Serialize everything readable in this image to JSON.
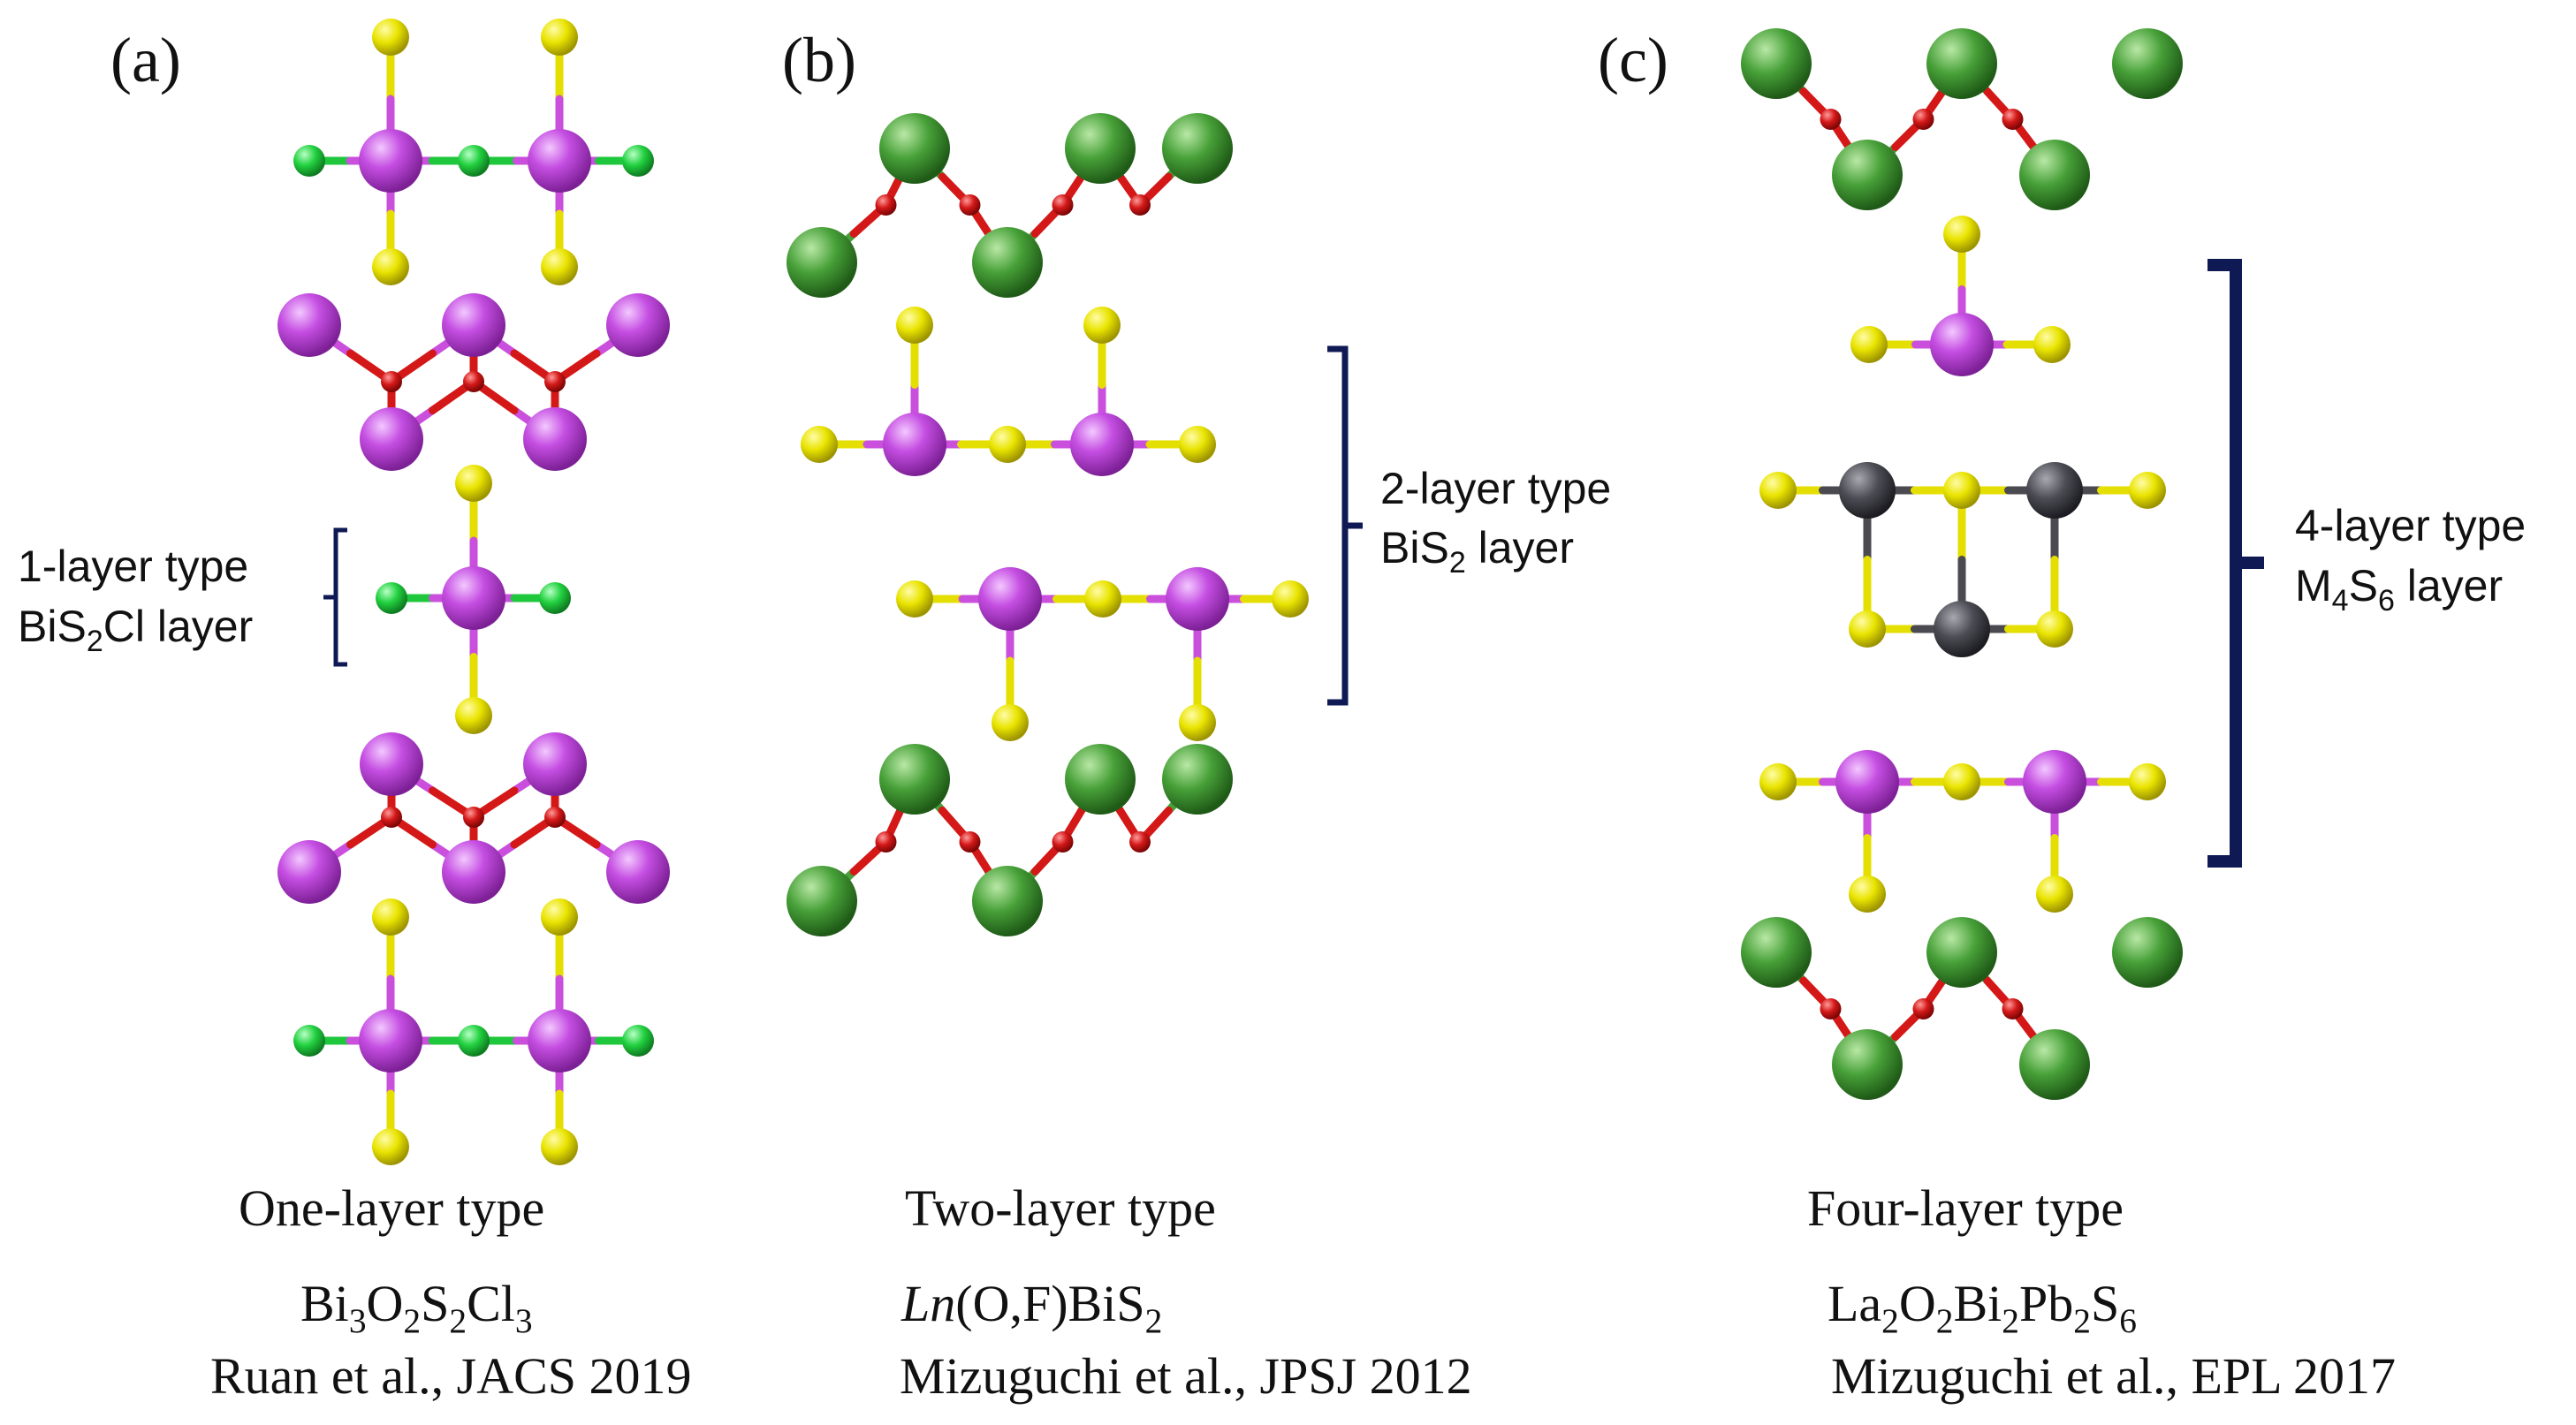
{
  "panels": [
    {
      "letter": "(a)",
      "type_label": "One-layer type",
      "formula_parts": [
        {
          "t": "Bi",
          "sub": false
        },
        {
          "t": "3",
          "sub": true
        },
        {
          "t": "O",
          "sub": false
        },
        {
          "t": "2",
          "sub": true
        },
        {
          "t": "S",
          "sub": false
        },
        {
          "t": "2",
          "sub": true
        },
        {
          "t": "Cl",
          "sub": false
        },
        {
          "t": "3",
          "sub": true
        }
      ],
      "reference": "Ruan et al., JACS 2019",
      "bracket_label_line1": "1-layer type",
      "bracket_label_line2_parts": [
        {
          "t": "BiS",
          "sub": false
        },
        {
          "t": "2",
          "sub": true
        },
        {
          "t": "Cl layer",
          "sub": false
        }
      ]
    },
    {
      "letter": "(b)",
      "type_label": "Two-layer type",
      "formula_parts": [
        {
          "t": "Ln",
          "sub": false,
          "italic": true
        },
        {
          "t": "(O,F)BiS",
          "sub": false
        },
        {
          "t": "2",
          "sub": true
        }
      ],
      "reference": "Mizuguchi  et al., JPSJ 2012",
      "bracket_label_line1": "2-layer type",
      "bracket_label_line2_parts": [
        {
          "t": "BiS",
          "sub": false
        },
        {
          "t": "2",
          "sub": true
        },
        {
          "t": " layer",
          "sub": false
        }
      ]
    },
    {
      "letter": "(c)",
      "type_label": "Four-layer type",
      "formula_parts": [
        {
          "t": "La",
          "sub": false
        },
        {
          "t": "2",
          "sub": true
        },
        {
          "t": "O",
          "sub": false
        },
        {
          "t": "2",
          "sub": true
        },
        {
          "t": "Bi",
          "sub": false
        },
        {
          "t": "2",
          "sub": true
        },
        {
          "t": "Pb",
          "sub": false
        },
        {
          "t": "2",
          "sub": true
        },
        {
          "t": "S",
          "sub": false
        },
        {
          "t": "6",
          "sub": true
        }
      ],
      "reference": "Mizuguchi  et al., EPL 2017",
      "bracket_label_line1": "4-layer type",
      "bracket_label_line2_parts": [
        {
          "t": "M",
          "sub": false
        },
        {
          "t": "4",
          "sub": true
        },
        {
          "t": "S",
          "sub": false
        },
        {
          "t": "6",
          "sub": true
        },
        {
          "t": " layer",
          "sub": false
        }
      ]
    }
  ],
  "colors": {
    "bi": "#b63fd3",
    "s": "#e4df00",
    "cl": "#1fc73c",
    "o": "#cc1111",
    "la": "#3f9b32",
    "pb": "#4a4a50",
    "bracket": "#0f1a55"
  }
}
